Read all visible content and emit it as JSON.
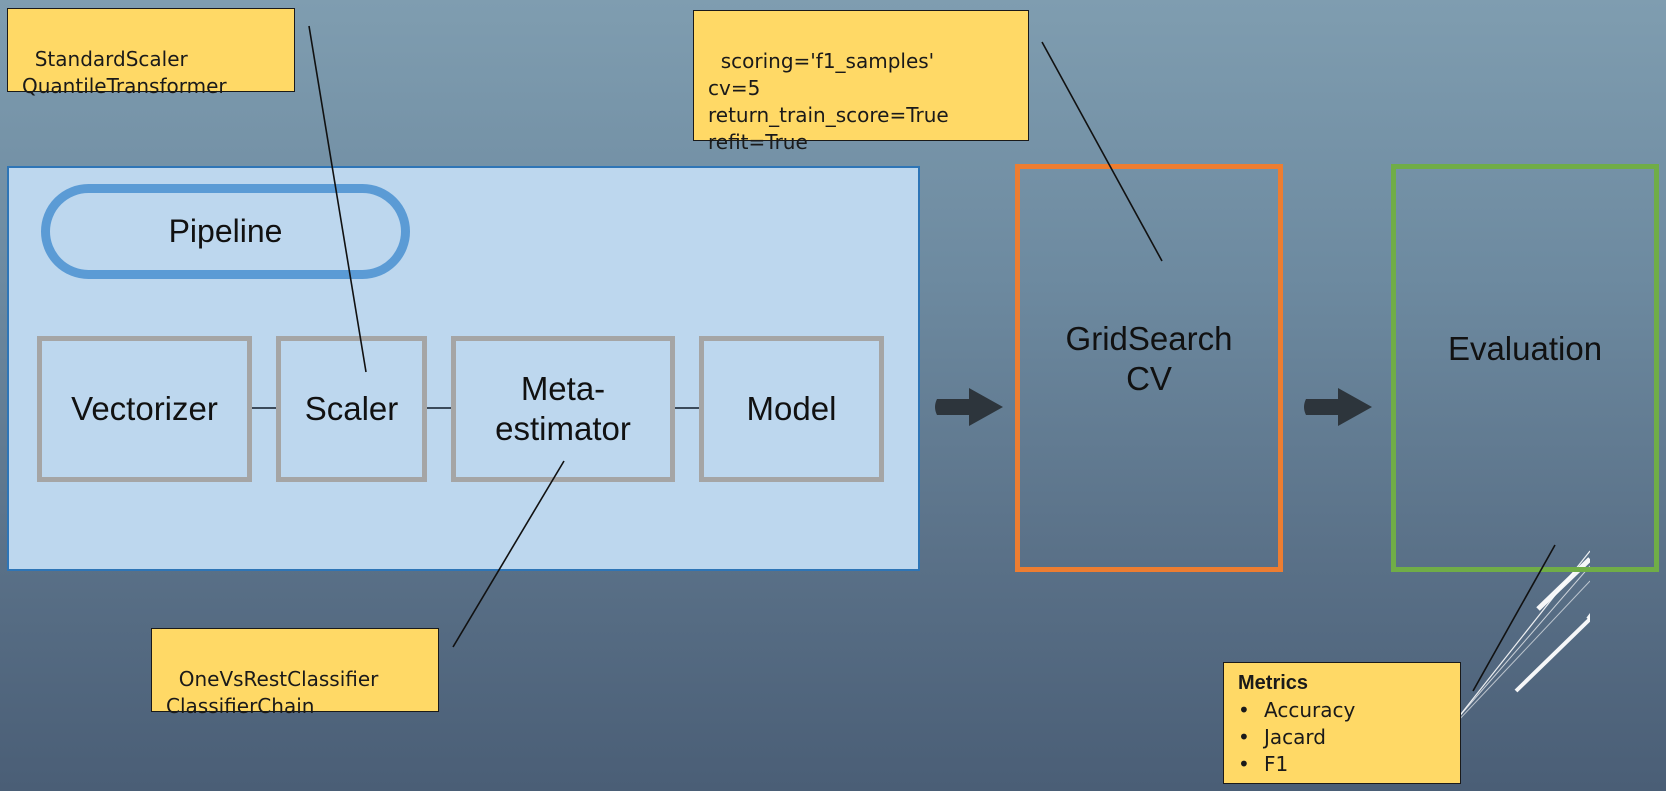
{
  "notes": {
    "scaler": "StandardScaler\nQuantileTransformer",
    "gridsearch": "scoring='f1_samples'\ncv=5\nreturn_train_score=True\nrefit=True",
    "meta": "OneVsRestClassifier\nClassifierChain",
    "metrics_title": "Metrics",
    "metrics_items": [
      "Accuracy",
      "Jacard",
      "F1"
    ]
  },
  "pipeline": {
    "title": "Pipeline",
    "stages": [
      "Vectorizer",
      "Scaler",
      "Meta-\nestimator",
      "Model"
    ]
  },
  "gridsearch": {
    "label": "GridSearch\nCV"
  },
  "evaluation": {
    "label": "Evaluation"
  },
  "colors": {
    "note_fill": "#ffd966",
    "panel_fill": "#bdd7ee",
    "pill_border": "#5b9bd5",
    "stage_border": "#a5a5a5",
    "gridsearch_border": "#ed7d31",
    "evaluation_border": "#70ad47",
    "arrow": "#2d353c"
  }
}
